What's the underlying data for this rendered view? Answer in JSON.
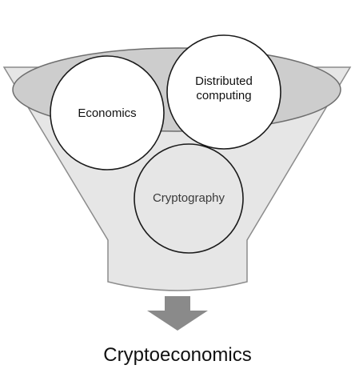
{
  "diagram": {
    "circles": [
      {
        "label_lines": [
          "Economics"
        ]
      },
      {
        "label_lines": [
          "Distributed",
          "computing"
        ]
      },
      {
        "label_lines": [
          "Cryptography"
        ]
      }
    ],
    "result_label": "Cryptoeconomics"
  },
  "colors": {
    "funnel_fill": "#e6e6e6",
    "funnel_stroke": "#8c8c8c",
    "rim_fill": "#cdcdcd",
    "circle_stroke": "#1a1a1a",
    "arrow_fill": "#8a8a8a",
    "cryptography_text": "#3a3a3a"
  }
}
